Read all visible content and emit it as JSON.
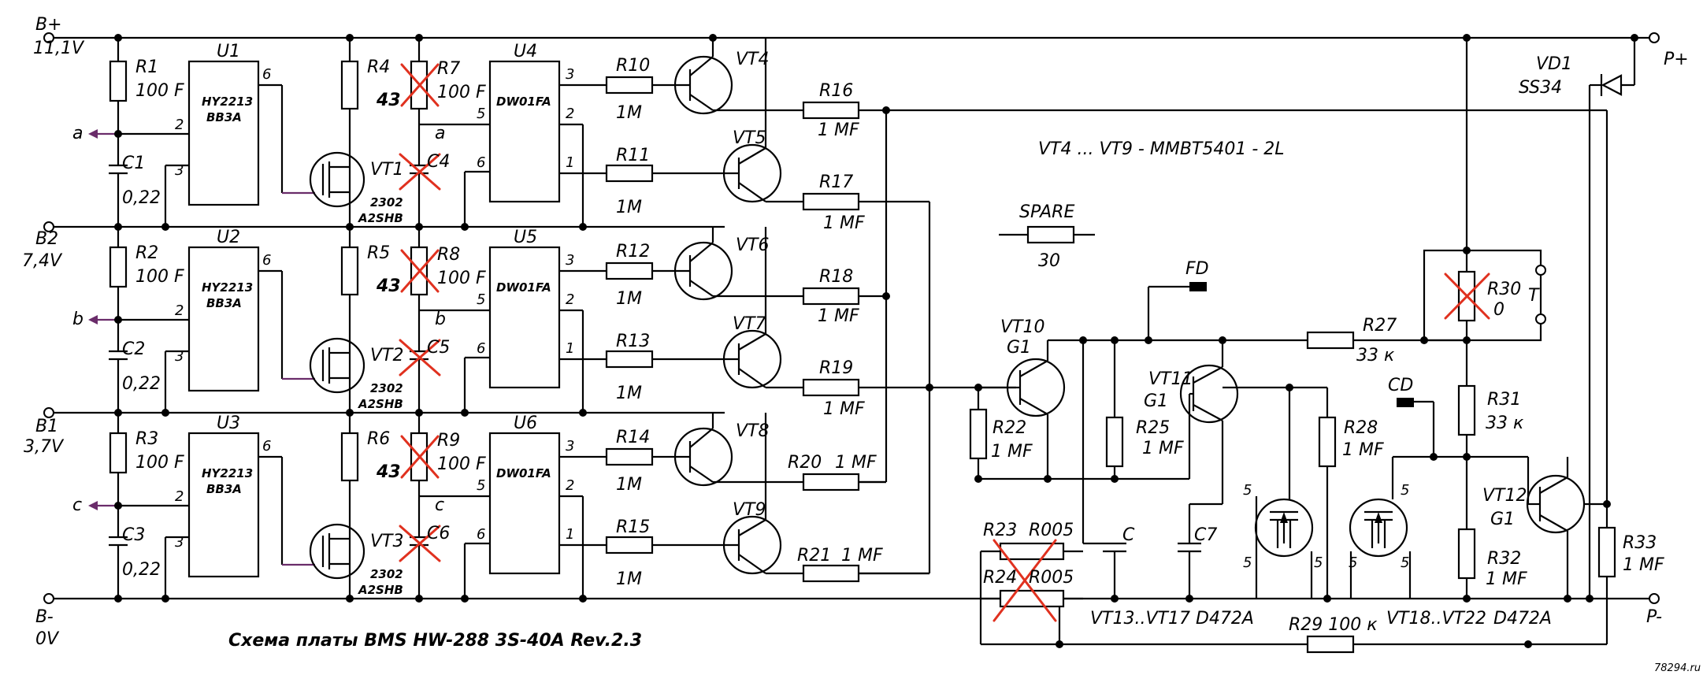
{
  "title": "Схема платы BMS HW-288 3S-40A Rev.2.3",
  "watermark": "78294.ru",
  "note": "VT4 ... VT9 - MMBT5401 - 2L",
  "colors": {
    "wire": "#000000",
    "cross": "#e0311f",
    "arrow": "#6a2c6a"
  },
  "terminals": {
    "bplus": {
      "name": "B+",
      "voltage": "11,1V"
    },
    "b2": {
      "name": "B2",
      "voltage": "7,4V"
    },
    "b1": {
      "name": "B1",
      "voltage": "3,7V"
    },
    "bminus": {
      "name": "B-",
      "voltage": "0V"
    },
    "pplus": "P+",
    "pminus": "P-"
  },
  "cells": [
    {
      "r": "R1",
      "rv": "100 F",
      "c": "C1",
      "cv": "0,22",
      "tap": "a",
      "u": "U1",
      "chip": [
        "HY2213",
        "BB3A"
      ],
      "pin2": "2",
      "pin3": "3",
      "pin6": "6",
      "rd": "R4",
      "rdv": "43",
      "rx": "R7",
      "rxv": "100 F",
      "cx": "C4",
      "vt": "VT1",
      "vtp": [
        "2302",
        "A2SHB"
      ],
      "u2": "U4",
      "chip2": "DW01FA",
      "p3": "3",
      "p5": "5",
      "p2": "2",
      "p6": "6",
      "p1": "1",
      "ra": "R10",
      "rav": "1M",
      "rb": "R11",
      "rbv": "1M",
      "ta": "VT4",
      "tb": "VT5",
      "rc": "R16",
      "rcv": "1 MF",
      "re": "R17",
      "rev": "1 MF"
    },
    {
      "r": "R2",
      "rv": "100 F",
      "c": "C2",
      "cv": "0,22",
      "tap": "b",
      "u": "U2",
      "chip": [
        "HY2213",
        "BB3A"
      ],
      "pin2": "2",
      "pin3": "3",
      "pin6": "6",
      "rd": "R5",
      "rdv": "43",
      "rx": "R8",
      "rxv": "100 F",
      "cx": "C5",
      "vt": "VT2",
      "vtp": [
        "2302",
        "A2SHB"
      ],
      "u2": "U5",
      "chip2": "DW01FA",
      "p3": "3",
      "p5": "5",
      "p2": "2",
      "p6": "6",
      "p1": "1",
      "ra": "R12",
      "rav": "1M",
      "rb": "R13",
      "rbv": "1M",
      "ta": "VT6",
      "tb": "VT7",
      "rc": "R18",
      "rcv": "1 MF",
      "re": "R19",
      "rev": "1 MF"
    },
    {
      "r": "R3",
      "rv": "100 F",
      "c": "C3",
      "cv": "0,22",
      "tap": "c",
      "u": "U3",
      "chip": [
        "HY2213",
        "BB3A"
      ],
      "pin2": "2",
      "pin3": "3",
      "pin6": "6",
      "rd": "R6",
      "rdv": "43",
      "rx": "R9",
      "rxv": "100 F",
      "cx": "C6",
      "vt": "VT3",
      "vtp": [
        "2302",
        "A2SHB"
      ],
      "u2": "U6",
      "chip2": "DW01FA",
      "p3": "3",
      "p5": "5",
      "p2": "2",
      "p6": "6",
      "p1": "1",
      "ra": "R14",
      "rav": "1M",
      "rb": "R15",
      "rbv": "1M",
      "ta": "VT8",
      "tb": "VT9",
      "rc": "R20",
      "rcv": "1 MF",
      "re": "R21",
      "rev": "1 MF"
    }
  ],
  "right": {
    "vd1": "VD1",
    "vd1v": "SS34",
    "spare": "SPARE",
    "sparev": "30",
    "fd": "FD",
    "cd": "CD",
    "vt10": "VT10",
    "vt10v": "G1",
    "vt11": "VT11",
    "vt11v": "G1",
    "vt12": "VT12",
    "vt12v": "G1",
    "r22": "R22",
    "r22v": "1 MF",
    "r25": "R25",
    "r25v": "1 MF",
    "r27": "R27",
    "r27v": "33 к",
    "r28": "R28",
    "r28v": "1 MF",
    "r30": "R30",
    "r30v": "0",
    "t": "T",
    "r31": "R31",
    "r31v": "33 к",
    "r32": "R32",
    "r32v": "1 MF",
    "r33": "R33",
    "r33v": "1 MF",
    "r23": "R23",
    "r23v": "R005",
    "r24": "R24",
    "r24v": "R005",
    "r29": "R29 100 к",
    "c": "C",
    "c7": "C7",
    "grp1": "VT13..VT17",
    "grp1v": "D472A",
    "grp2": "VT18..VT22",
    "grp2v": "D472A",
    "pin5": "5"
  }
}
